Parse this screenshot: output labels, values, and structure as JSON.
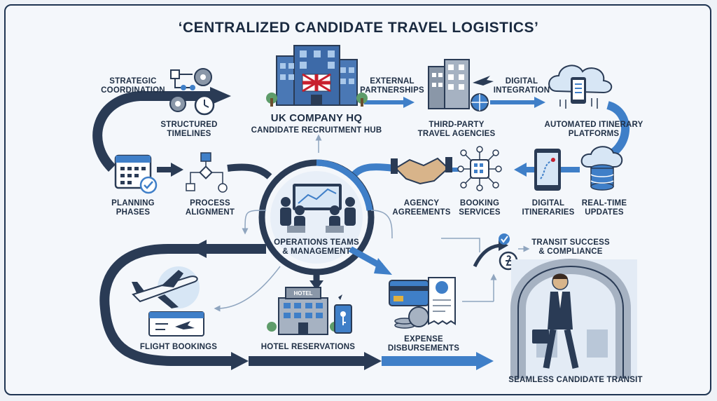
{
  "title": "‘CENTRALIZED CANDIDATE TRAVEL LOGISTICS’",
  "nodes": {
    "hq": {
      "title": "UK COMPANY HQ",
      "subtitle": "CANDIDATE RECRUITMENT HUB"
    },
    "strategic_coordination": "STRATEGIC\nCOORDINATION",
    "structured_timelines": "STRUCTURED\nTIMELINES",
    "external_partnerships": "EXTERNAL\nPARTNERSHIPS",
    "third_party_agencies": "THIRD-PARTY\nTRAVEL AGENCIES",
    "digital_integration": "DIGITAL\nINTEGRATION",
    "automated_platforms": "AUTOMATED ITINERARY\nPLATFORMS",
    "planning_phases": "PLANNING\nPHASES",
    "process_alignment": "PROCESS\nALIGNMENT",
    "operations": "OPERATIONS TEAMS\n& MANAGEMENT",
    "agency_agreements": "AGENCY\nAGREEMENTS",
    "booking_services": "BOOKING\nSERVICES",
    "digital_itineraries": "DIGITAL\nITINERARIES",
    "realtime_updates": "REAL-TIME\nUPDATES",
    "transit_success": "TRANSIT SUCCESS\n& COMPLIANCE",
    "flight_bookings": "FLIGHT BOOKINGS",
    "hotel_reservations": "HOTEL RESERVATIONS",
    "expense_disbursements": "EXPENSE\nDISBURSEMENTS",
    "seamless_transit": "SEAMLESS CANDIDATE TRANSIT",
    "hotel_sign": "HOTEL"
  },
  "colors": {
    "dark_navy": "#2a3b55",
    "accent_blue": "#3f7fc8",
    "light_blue": "#a9c8ea",
    "uk_red": "#c8202e"
  }
}
